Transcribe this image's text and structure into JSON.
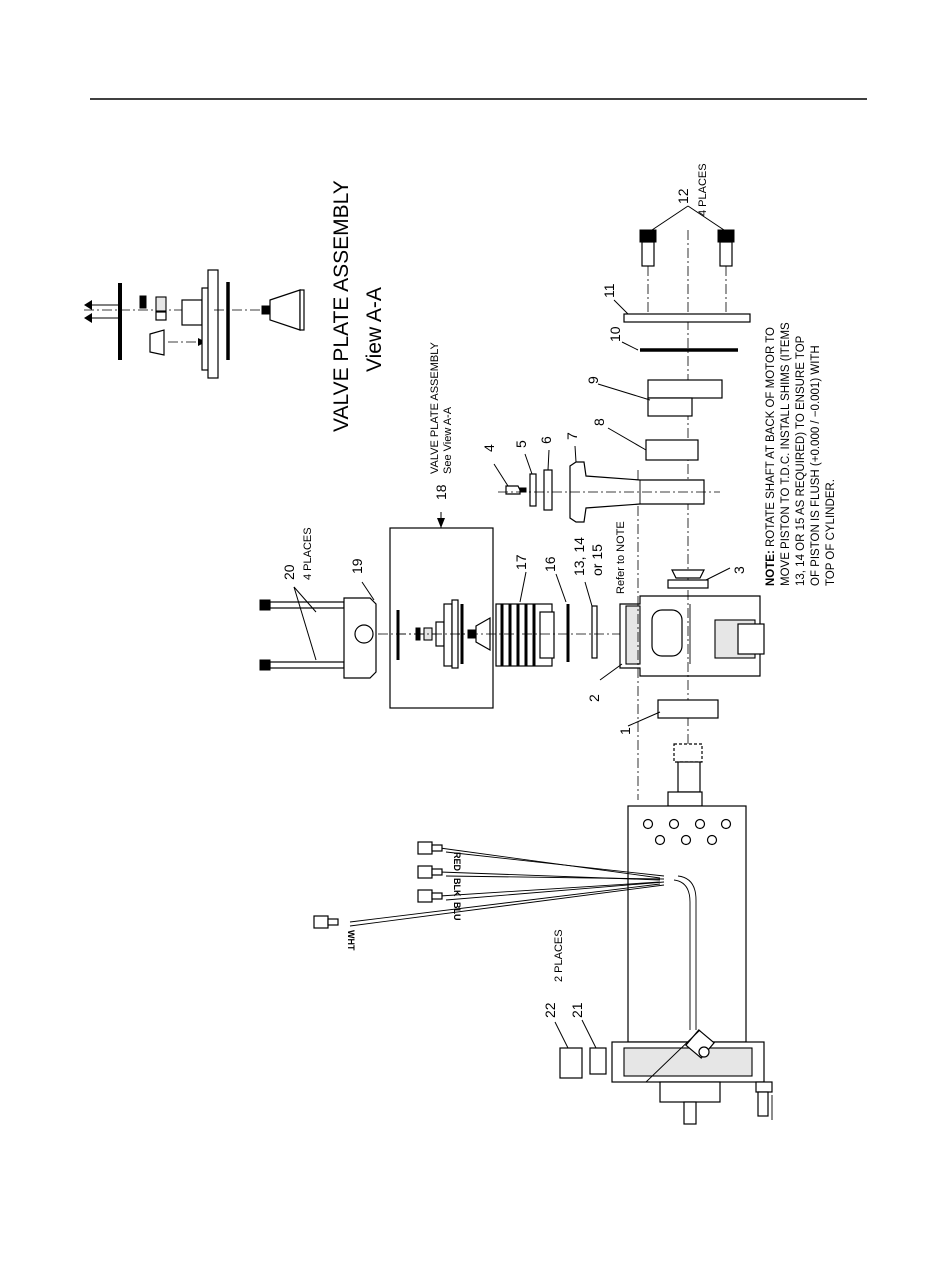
{
  "figure": {
    "view_title": "VALVE PLATE ASSEMBLY",
    "view_subtitle": "View A-A",
    "callout_18_title": "VALVE PLATE ASSEMBLY",
    "callout_18_sub": "See View A-A",
    "note_bold": "NOTE:",
    "note_lines": [
      " ROTATE SHAFT AT BACK OF MOTOR TO",
      "MOVE PISTON TO T.D.C. INSTALL SHIMS (ITEMS",
      "13, 14 OR 15 AS REQUIRED) TO ENSURE TOP",
      "OF PISTON IS FLUSH (+0.000 / −0.001) WITH",
      "TOP OF CYLINDER."
    ],
    "refer_note": "Refer to NOTE",
    "item_labels": {
      "i1": "1",
      "i2": "2",
      "i3": "3",
      "i4": "4",
      "i5": "5",
      "i6": "6",
      "i7": "7",
      "i8": "8",
      "i9": "9",
      "i10": "10",
      "i11": "11",
      "i12": "12",
      "i13": "13, 14",
      "i13b": "or 15",
      "i16": "16",
      "i17": "17",
      "i18": "18",
      "i19": "19",
      "i20": "20",
      "i21": "21",
      "i22": "22"
    },
    "places": {
      "p12": "4 PLACES",
      "p20": "4 PLACES",
      "p22": "2 PLACES"
    },
    "wires": {
      "red": "RED",
      "blk": "BLK",
      "blu": "BLU",
      "wht": "WHT"
    }
  }
}
